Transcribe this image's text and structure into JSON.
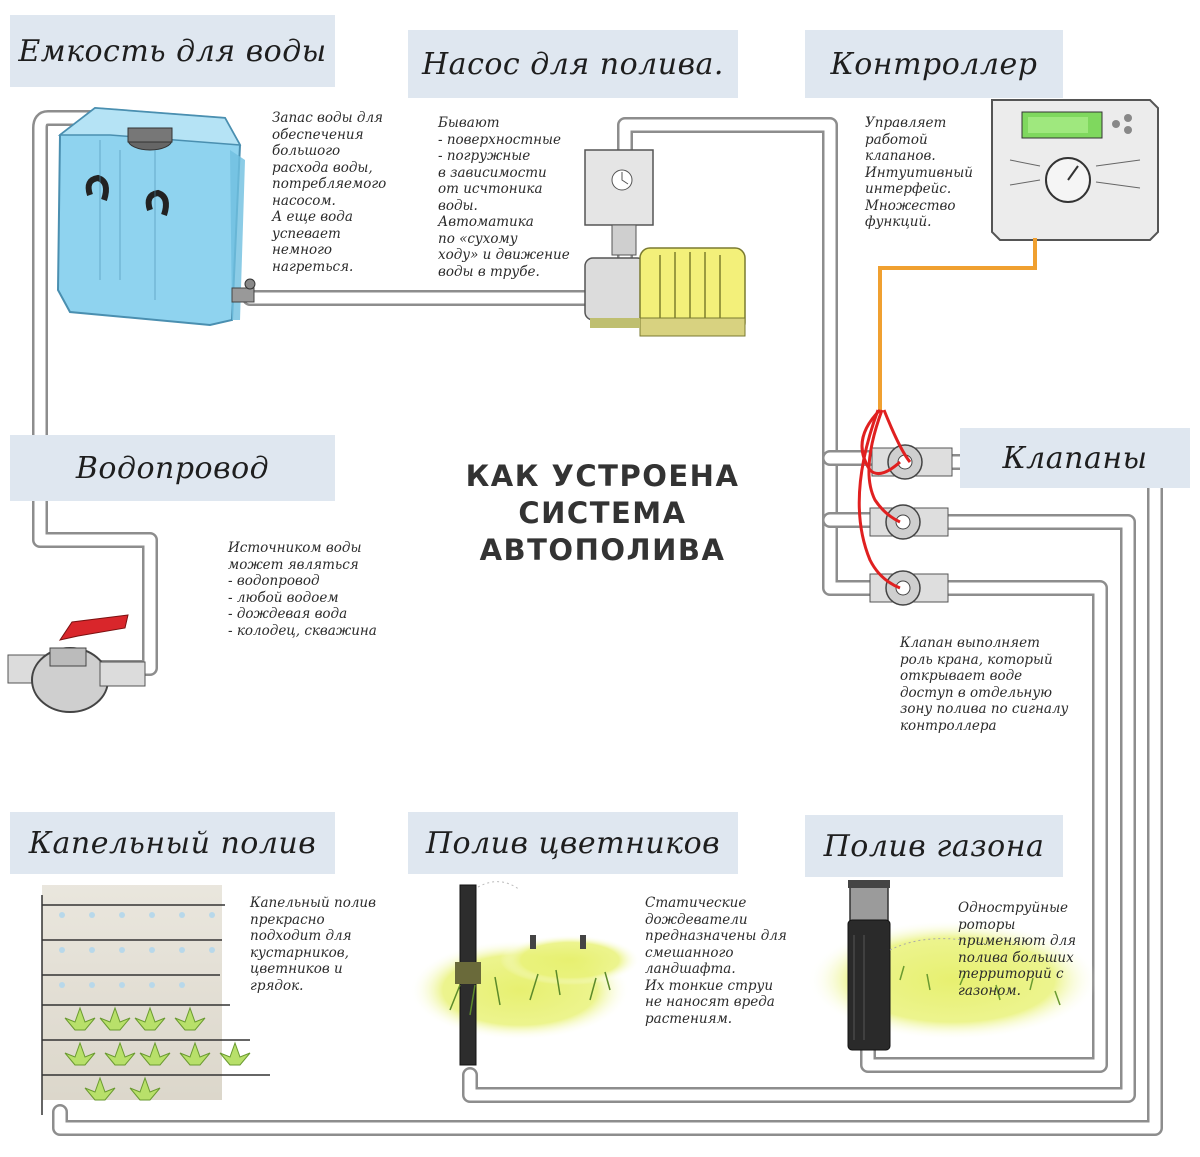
{
  "labels": {
    "tank": "Емкость для воды",
    "pump": "Насос для полива.",
    "controller": "Контроллер",
    "water_supply": "Водопровод",
    "valves": "Клапаны",
    "drip": "Капельный полив",
    "flowerbeds": "Полив цветников",
    "lawn": "Полив газона"
  },
  "title": [
    "КАК УСТРОЕНА",
    "СИСТЕМА",
    "АВТОПОЛИВА"
  ],
  "notes": {
    "tank": [
      "Запас воды для",
      "обеспечения",
      "большого",
      "расхода воды,",
      "потребляемого",
      "насосом.",
      "А еще вода",
      "успевает",
      "немного",
      "нагреться."
    ],
    "pump": [
      "Бывают",
      "- поверхностные",
      "- погружные",
      "в зависимости",
      "от исчтоника",
      "воды.",
      "Автоматика",
      "по «сухому",
      "ходу» и движение",
      "воды в трубе."
    ],
    "controller": [
      "Управляет",
      "работой",
      "клапанов.",
      "Интуитивный",
      "интерфейс.",
      "Множество",
      "функций."
    ],
    "water_supply": [
      "Источником воды",
      "может являться",
      "- водопровод",
      "- любой водоем",
      "- дождевая вода",
      "- колодец, скважина"
    ],
    "valves": [
      "Клапан выполняет",
      "роль крана, который",
      "открывает воде",
      "доступ в отдельную",
      "зону полива по сигналу",
      "контроллера"
    ],
    "drip": [
      "Капельный полив",
      "прекрасно",
      "подходит для",
      "кустарников,",
      "цветников и",
      "грядок."
    ],
    "flowerbeds": [
      "Статические",
      "дождеватели",
      "предназначены для",
      "смешанного",
      "ландшафта.",
      "Их тонкие струи",
      "не наносят вреда",
      "растениям."
    ],
    "lawn": [
      "Одноструйные",
      "роторы",
      "применяют для",
      "полива больших",
      "территорий с",
      "газоном."
    ]
  },
  "colors": {
    "label_bg": "#dfe7f0",
    "tank_water": "#8fd3ef",
    "pump_motor": "#f3f07a",
    "controller_cable": "#f0a030",
    "valve_wires": "#e02020",
    "lawn_grass": "#e4ef6a",
    "faucet_handle": "#d9262b"
  }
}
